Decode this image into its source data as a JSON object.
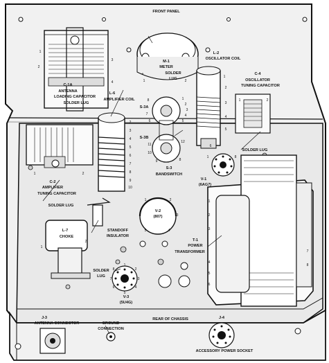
{
  "labels": {
    "front_panel": "FRONT PANEL",
    "c1a_1": "C-1A",
    "c1a_2": "ANTENNA",
    "c1a_3": "LOADING CAPACITOR",
    "c1a_4": "SOLDER LUG",
    "m1_1": "M-1",
    "m1_2": "METER",
    "m1_3": "SOLDER",
    "m1_4": "LUG",
    "l2_1": "L-2",
    "l2_2": "OSCILLATOR COIL",
    "c4_1": "C-4",
    "c4_2": "OSCILLATOR",
    "c4_3": "TUNING CAPACITOR",
    "l6_1": "L-6",
    "l6_2": "AMPLIFIER COIL",
    "s3a": "S-3A",
    "s3b": "S-3B",
    "s3_1": "S-3",
    "s3_2": "BANDSWITCH",
    "solder_lug_r": "SOLDER LUG",
    "v1_1": "V-1",
    "v1_2": "(6AG7)",
    "c2_1": "C-2",
    "c2_2": "AMPLIFIER",
    "c2_3": "TUNING CAPACITOR",
    "solder_lug_l": "SOLDER LUG",
    "l7_1": "L-7",
    "l7_2": "CHOKE",
    "standoff_1": "STANDOFF",
    "standoff_2": "INSULATOR",
    "v2_1": "V-2",
    "v2_2": "(807)",
    "t1_1": "T-1",
    "t1_2": "POWER",
    "t1_3": "TRANSFORMER",
    "solder_lug_b1": "SOLDER",
    "solder_lug_b2": "LUG",
    "v3_1": "V-3",
    "v3_2": "(5U4G)",
    "j3_1": "J-3",
    "j3_2": "ANTENNA CONNECTOR",
    "ground_1": "GROUND",
    "ground_2": "CONNECTION",
    "rear": "REAR OF CHASSIS",
    "j4_1": "J-4",
    "j4_2": "ACCESSORY POWER SOCKET"
  },
  "pin_numbers": {
    "c1a_right": [
      "3",
      "4"
    ],
    "c1a_left": [
      "1",
      "2"
    ],
    "meter": [
      "+",
      "1",
      "2"
    ],
    "l2": [
      "1",
      "2",
      "3",
      "4",
      "5",
      "6"
    ],
    "c4": [
      "1",
      "2"
    ],
    "l6": [
      "2",
      "3",
      "4",
      "5",
      "6",
      "7",
      "8",
      "9",
      "10"
    ],
    "s3a": [
      "1",
      "2",
      "3",
      "4",
      "5",
      "6",
      "7",
      "8"
    ],
    "s3b": [
      "11",
      "10",
      "9",
      "12",
      "8"
    ],
    "c2": [
      "1",
      "2"
    ],
    "l7": [
      "1",
      "2"
    ],
    "v1": [
      "1",
      "8"
    ],
    "v2": [
      "1",
      "2",
      "3",
      "4",
      "5"
    ],
    "v3": [
      "1",
      "2",
      "3",
      "4",
      "5",
      "6",
      "7",
      "8"
    ],
    "t1": [
      "1",
      "2",
      "3",
      "4",
      "5",
      "6",
      "7",
      "8"
    ]
  },
  "colors": {
    "ink": "#111111",
    "chassis": "#e9e9e9",
    "panel": "#f1f1f1",
    "paper": "#ffffff"
  }
}
